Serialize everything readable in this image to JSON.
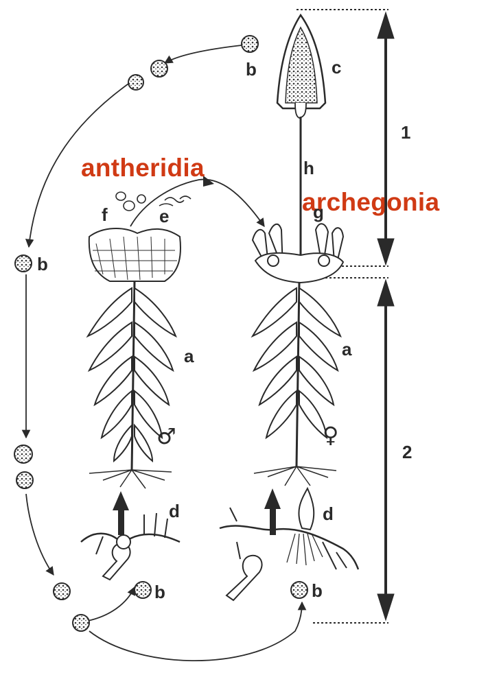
{
  "highlight_labels": {
    "antheridia": "antheridia",
    "archegonia": "archegonia"
  },
  "letters": {
    "a": "a",
    "b": "b",
    "c": "c",
    "d": "d",
    "e": "e",
    "f": "f",
    "g": "g",
    "h": "h"
  },
  "phases": {
    "one": "1",
    "two": "2"
  },
  "symbols": {
    "male": "♂",
    "female": "♀"
  },
  "colors": {
    "highlight": "#d03a14",
    "ink": "#2a2a2a"
  }
}
